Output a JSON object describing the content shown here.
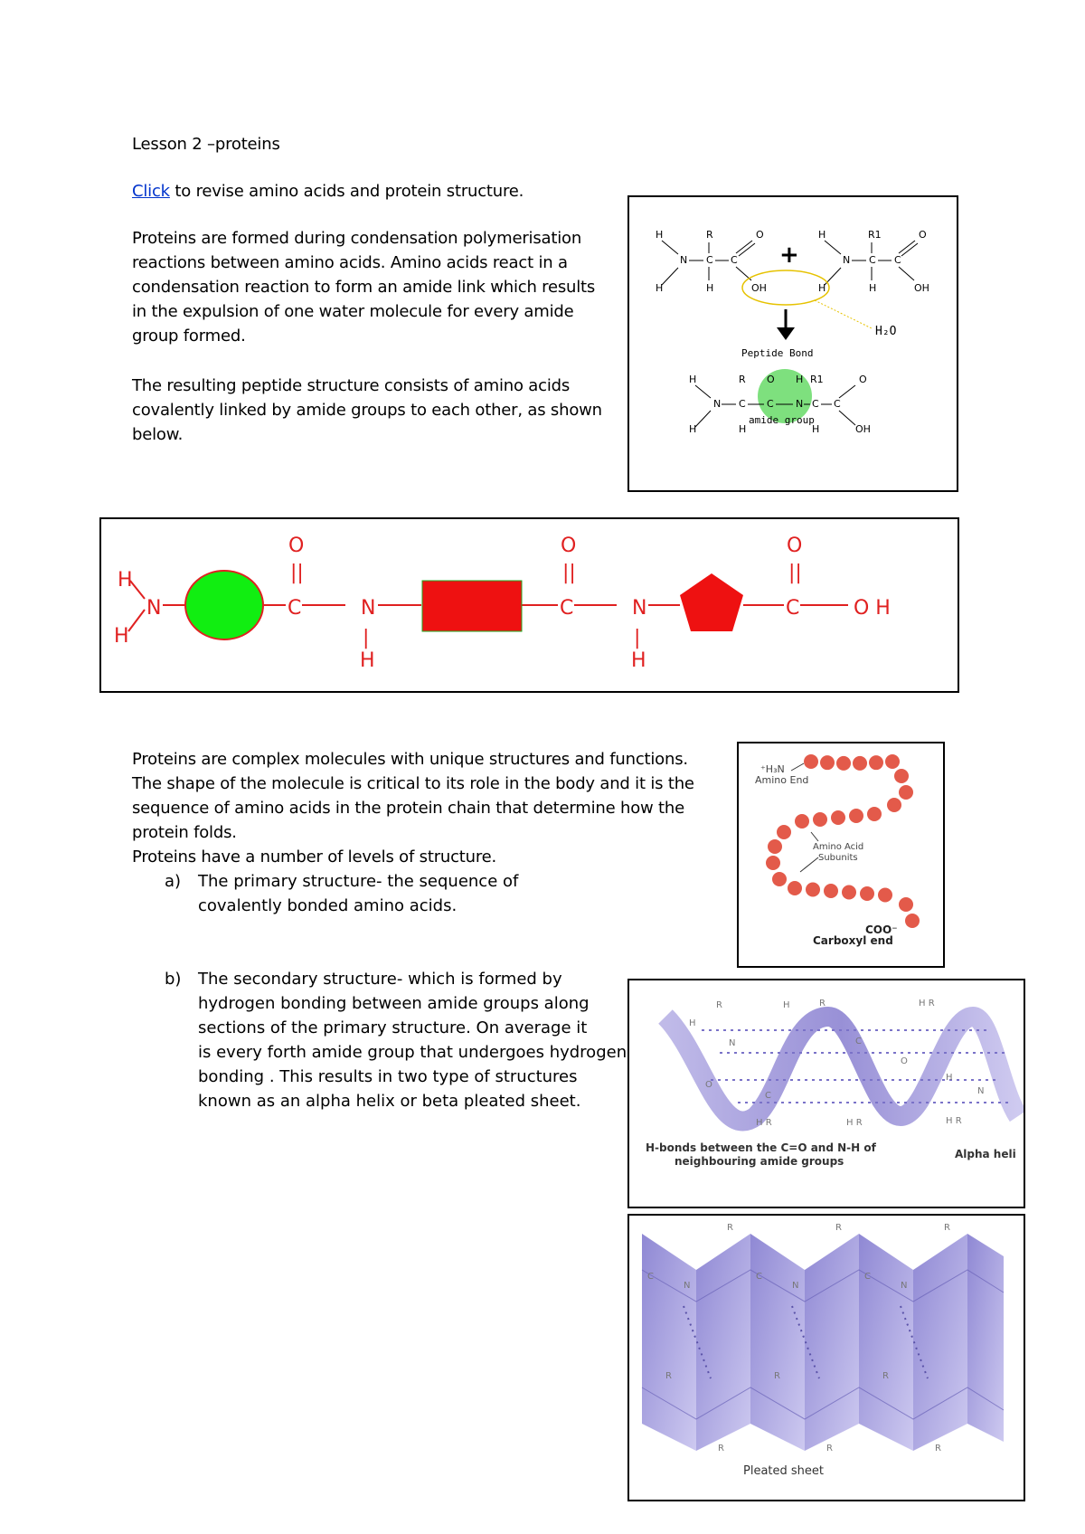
{
  "title": "Lesson 2 –proteins",
  "intro": {
    "link_text": "Click",
    "link_rest": " to revise amino acids and protein structure."
  },
  "para1": [
    "Proteins are formed during condensation polymerisation",
    "reactions between amino acids. Amino acids react in a",
    "condensation reaction to form an amide link which results",
    "in the expulsion of one water molecule for every amide",
    "group formed."
  ],
  "para2": [
    "The resulting peptide structure consists of amino acids",
    "covalently linked by amide groups to each other, as shown",
    "below."
  ],
  "fig1": {
    "plus": "+",
    "h2o": "H₂O",
    "peptide_bond": "Peptide Bond",
    "amide_group": "amide group",
    "R": "R",
    "R1": "R1",
    "O": "O",
    "H": "H",
    "N": "N",
    "C": "C",
    "OH": "OH"
  },
  "fig2": {
    "O": "O",
    "H": "H",
    "N": "N",
    "C": "C",
    "OH": "O H",
    "dbl": "||",
    "single": "|",
    "colors": {
      "red": "#ee1111",
      "green": "#11ee11"
    }
  },
  "para3": [
    "Proteins are complex molecules with unique structures and functions.",
    "The shape of the molecule is critical to its role in the body and it is the",
    "sequence of amino acids in the protein chain that determine how the",
    "protein folds.",
    "Proteins have  a number of levels of structure."
  ],
  "list": {
    "a_marker": "a)",
    "a_lines": [
      "The primary structure- the sequence of",
      "covalently bonded amino acids."
    ],
    "b_marker": "b)",
    "b_lines": [
      "The secondary structure- which is formed by",
      "hydrogen bonding between amide groups along",
      "sections of the primary structure. On average it",
      "is every forth amide group that undergoes hydrogen",
      "bonding . This results in two type of structures",
      "known as an alpha helix or beta pleated sheet."
    ]
  },
  "fig3": {
    "amino_end_top": "⁺H₃N",
    "amino_end": "Amino End",
    "subunits1": "Amino Acid",
    "subunits2": "Subunits",
    "coo": "COO⁻",
    "carboxyl": "Carboxyl end"
  },
  "fig4": {
    "caption1": "H-bonds between the C=O and N-H of",
    "caption2": "neighbouring amide groups",
    "label": "Alpha heli"
  },
  "fig5": {
    "caption": "Pleated sheet"
  }
}
